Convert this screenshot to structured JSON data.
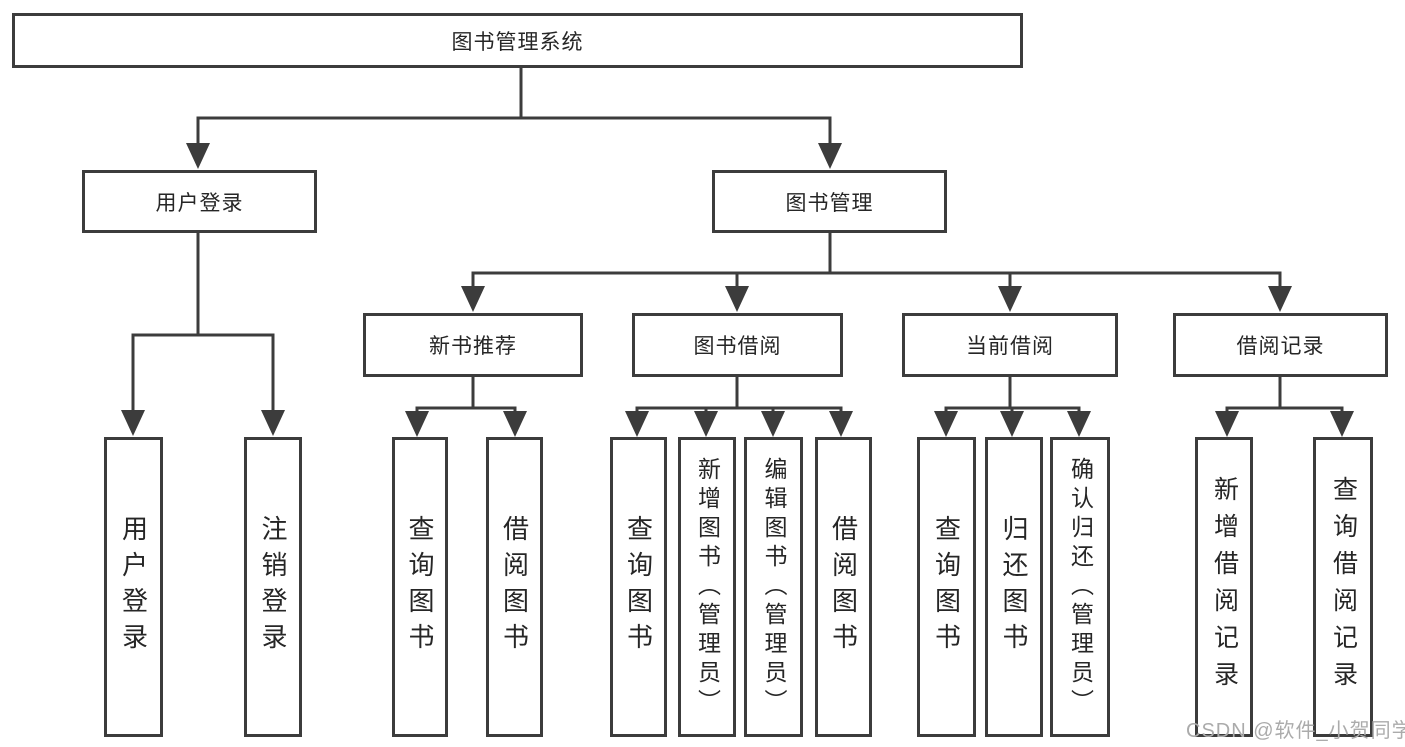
{
  "diagram": {
    "root": "图书管理系统",
    "branches": [
      {
        "label": "用户登录",
        "children": [
          "用户登录",
          "注销登录"
        ]
      },
      {
        "label": "图书管理",
        "sections": [
          {
            "label": "新书推荐",
            "children": [
              "查询图书",
              "借阅图书"
            ]
          },
          {
            "label": "图书借阅",
            "children": [
              "查询图书",
              "新增图书（管理员）",
              "编辑图书（管理员）",
              "借阅图书"
            ]
          },
          {
            "label": "当前借阅",
            "children": [
              "查询图书",
              "归还图书",
              "确认归还（管理员）"
            ]
          },
          {
            "label": "借阅记录",
            "children": [
              "新增借阅记录",
              "查询借阅记录"
            ]
          }
        ]
      }
    ]
  },
  "watermark": "CSDN @软件_小贺同学",
  "colors": {
    "line": "#3c3c3c",
    "text": "#262626",
    "watermark": "#ababab",
    "background": "#ffffff"
  }
}
